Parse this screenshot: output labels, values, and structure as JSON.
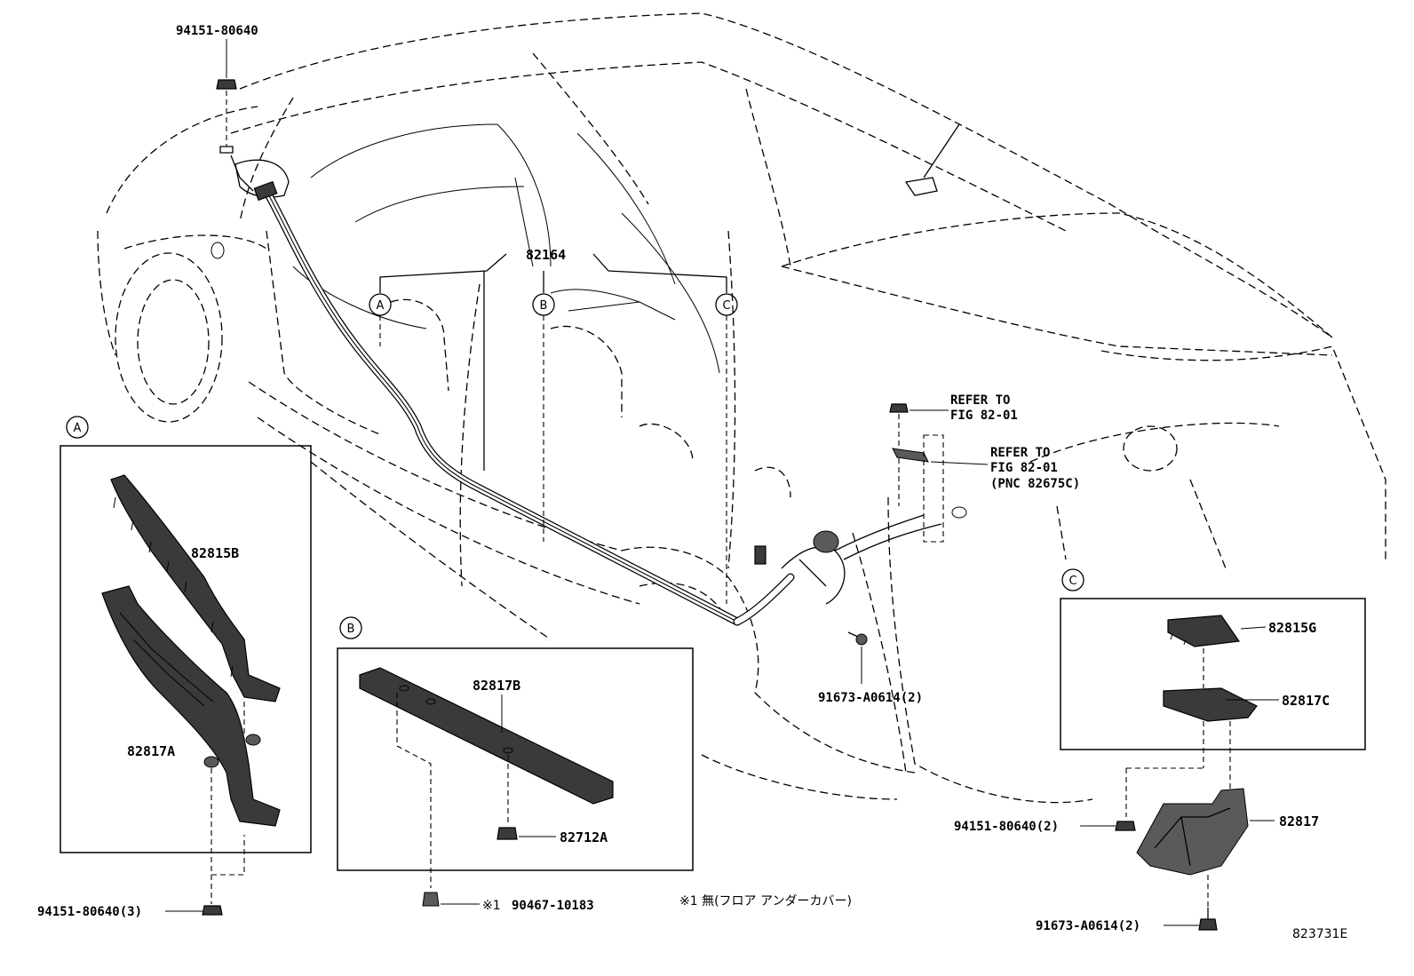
{
  "diagram": {
    "code": "823731E",
    "note": "※1 無(フロア アンダーカバー)",
    "callouts": {
      "a": "A",
      "b": "B",
      "c": "C"
    },
    "labels": {
      "harness": "82164",
      "bolt_top": "94151-80640",
      "refer1_l1": "REFER TO",
      "refer1_l2": "FIG 82-01",
      "refer2_l1": "REFER TO",
      "refer2_l2": "FIG 82-01",
      "refer2_l3": "(PNC 82675C)",
      "bolt_center": "91673-A0614(2)",
      "a_upper": "82815B",
      "a_lower": "82817A",
      "a_bolt": "94151-80640(3)",
      "b_protector": "82817B",
      "b_clip": "82712A",
      "b_clip_mark": "※1",
      "b_clip_part": "90467-10183",
      "c_upper": "82815G",
      "c_lower": "82817C",
      "c_bracket": "82817",
      "c_bolt_left": "94151-80640(2)",
      "c_bolt_bottom": "91673-A0614(2)"
    }
  }
}
